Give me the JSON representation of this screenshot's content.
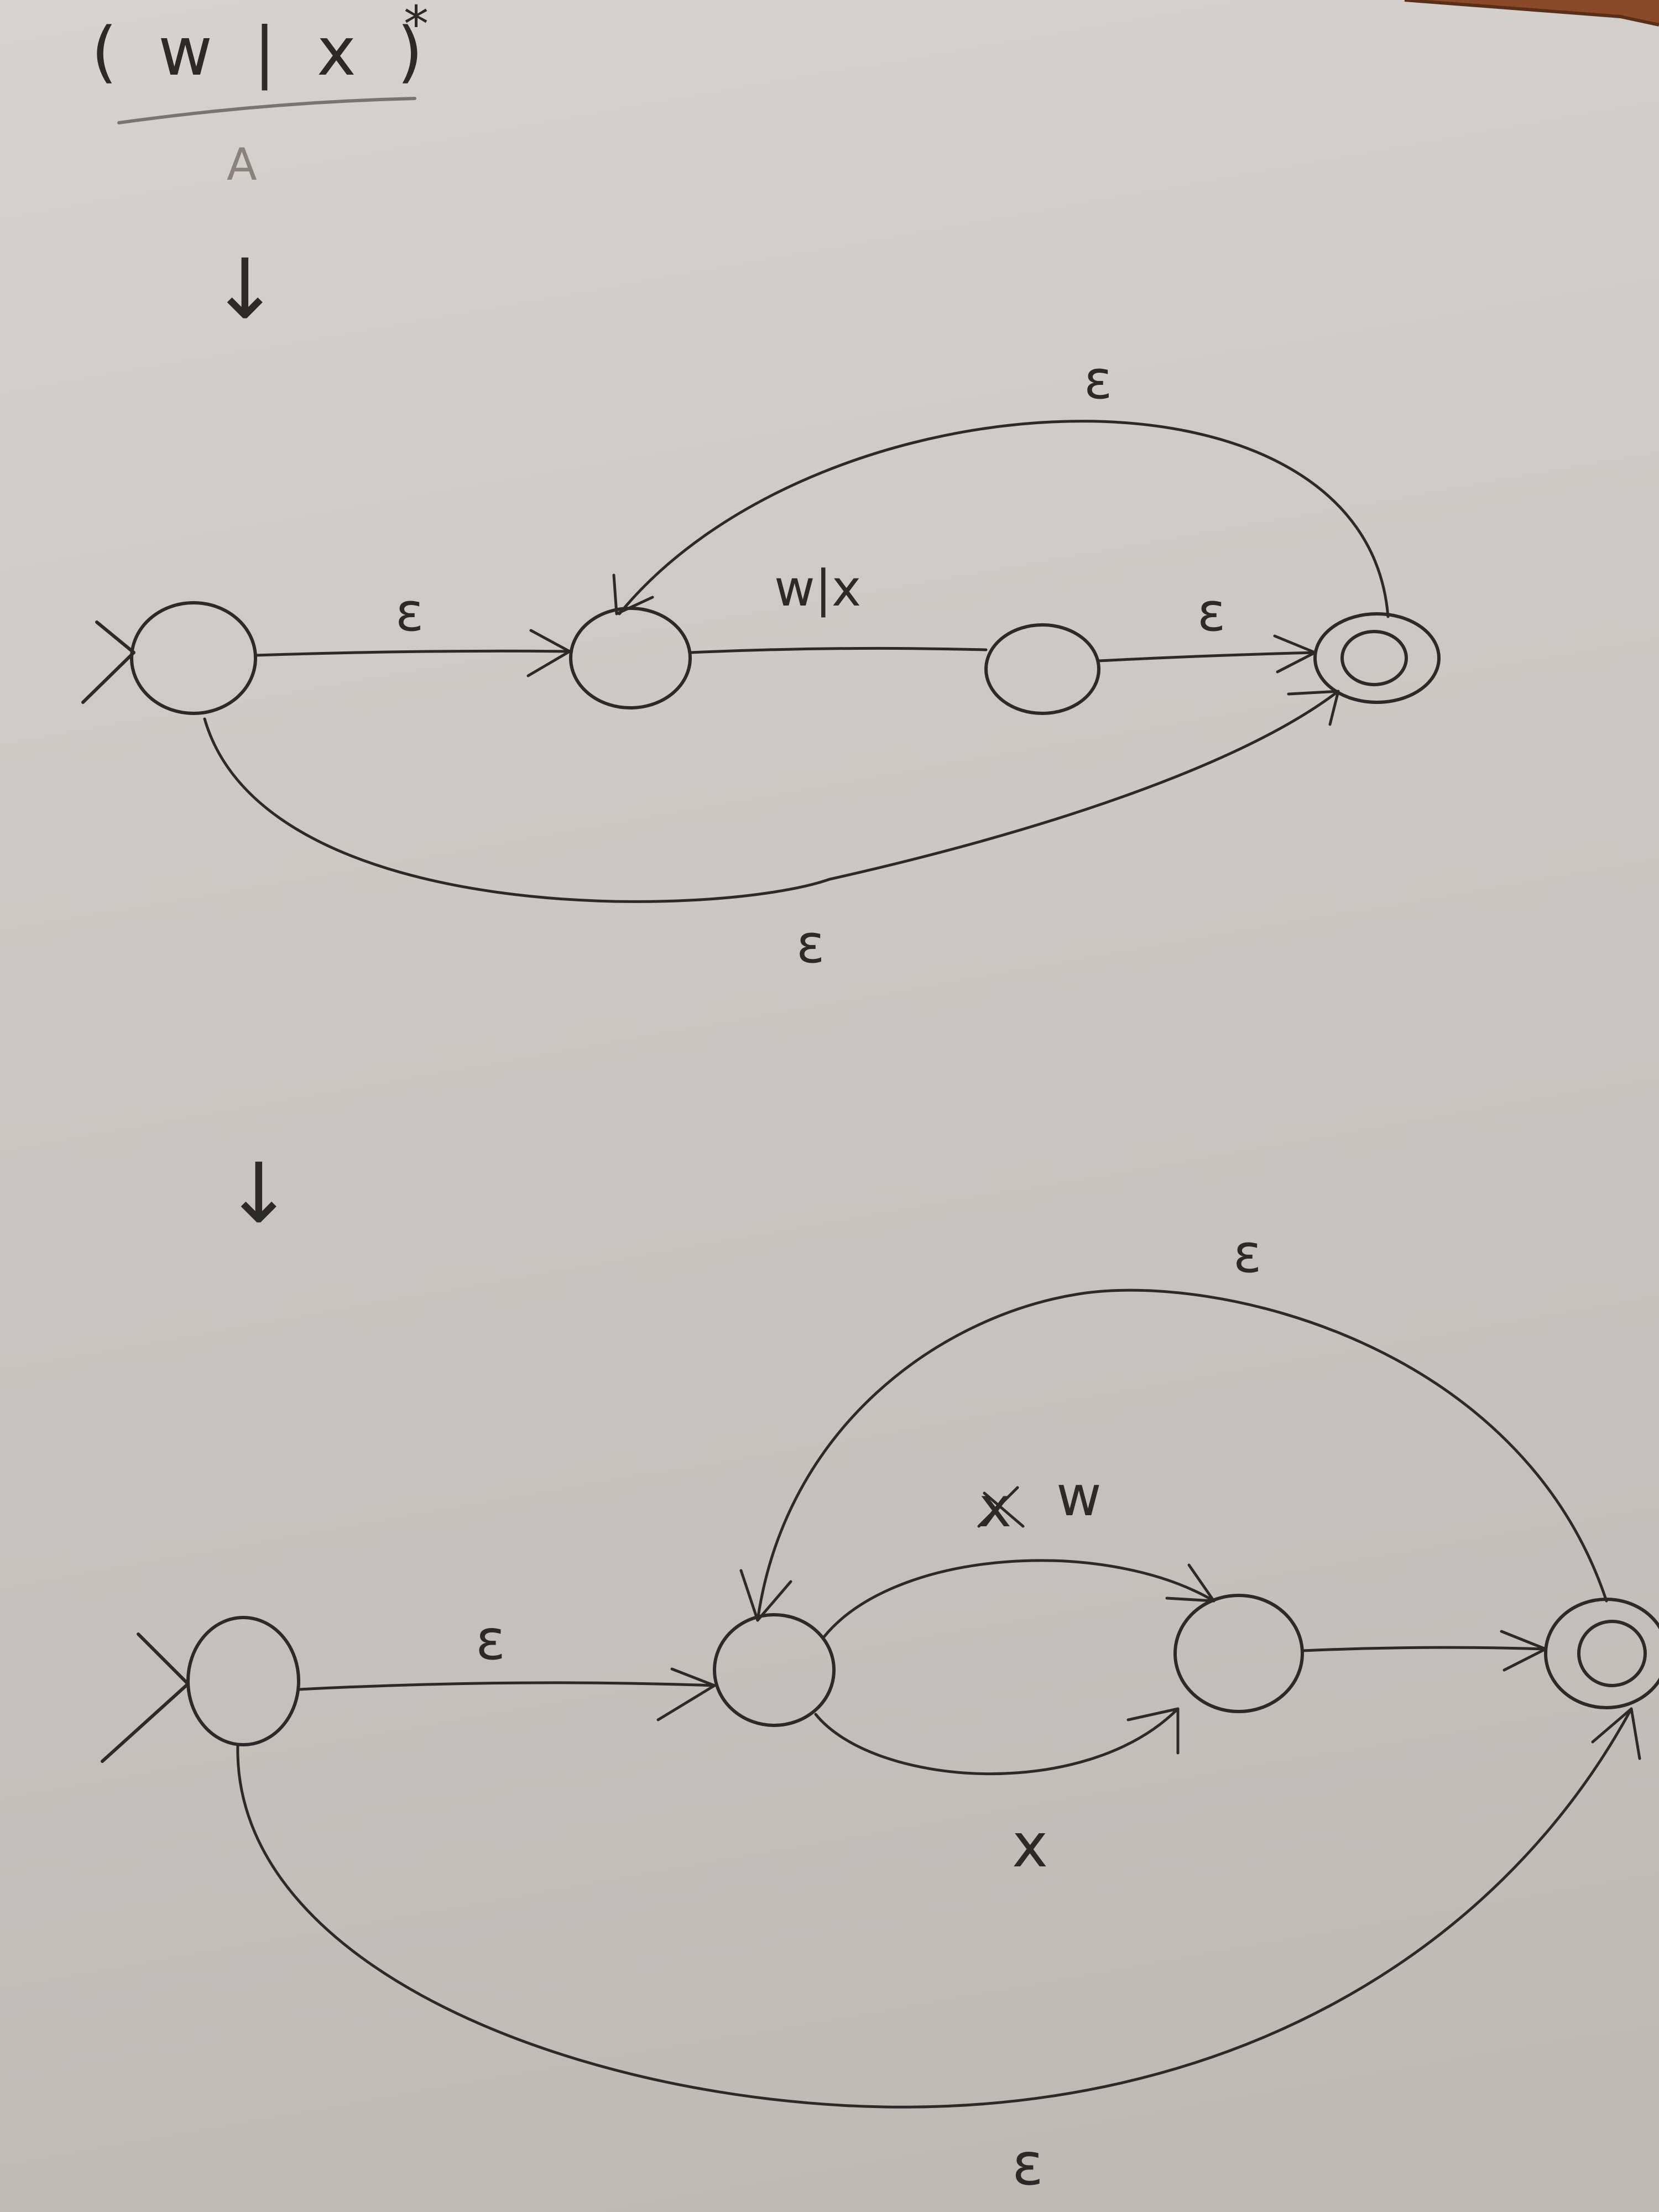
{
  "header": {
    "regex": "( w | x )",
    "star": "*",
    "label": "A"
  },
  "arrows": {
    "step1": "↓",
    "step2": "↓"
  },
  "diagram1": {
    "labels": {
      "start_to_s1": "ε",
      "transition_wx": "w|x",
      "s2_to_final": "ε",
      "loop_back": "ε",
      "bypass": "ε"
    }
  },
  "diagram2": {
    "labels": {
      "start_to_s1": "ε",
      "upper_transition": "w",
      "lower_transition": "x",
      "loop_back": "ε",
      "bypass": "ε"
    }
  }
}
